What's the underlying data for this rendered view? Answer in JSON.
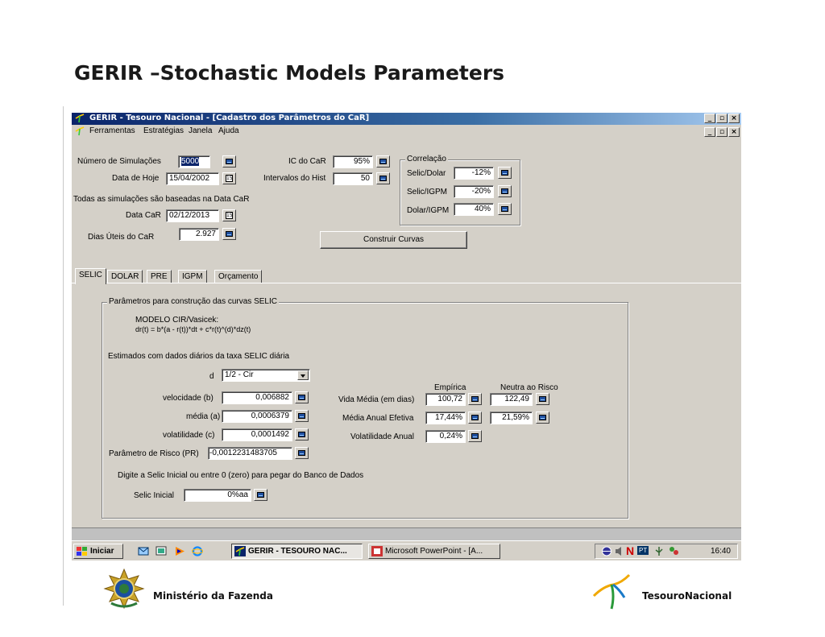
{
  "slide": {
    "title": "GERIR –Stochastic Models Parameters"
  },
  "window": {
    "title": "GERIR - Tesouro Nacional - [Cadastro dos Parâmetros do CaR]",
    "menu": [
      "Ferramentas",
      "Estratégias",
      "Janela",
      "Ajuda"
    ]
  },
  "params": {
    "num_sim_label": "Número de Simulações",
    "num_sim_value": "5000",
    "data_hoje_label": "Data de Hoje",
    "data_hoje_value": "15/04/2002",
    "note": "Todas as simulações são baseadas na Data CaR",
    "data_car_label": "Data CaR",
    "data_car_value": "02/12/2013",
    "dias_uteis_label": "Dias Úteis do CaR",
    "dias_uteis_value": "2.927",
    "ic_label": "IC do CaR",
    "ic_value": "95%",
    "intervalos_label": "Intervalos do Hist",
    "intervalos_value": "50",
    "build_button": "Construir Curvas"
  },
  "correlacao": {
    "legend": "Correlação",
    "selic_dolar_label": "Selic/Dolar",
    "selic_dolar_value": "-12%",
    "selic_igpm_label": "Selic/IGPM",
    "selic_igpm_value": "-20%",
    "dolar_igpm_label": "Dolar/IGPM",
    "dolar_igpm_value": "40%"
  },
  "tabs": [
    "SELIC",
    "DOLAR",
    "PRE",
    "IGPM",
    "Orçamento"
  ],
  "selic_panel": {
    "legend": "Parâmetros para construção das curvas SELIC",
    "model_line1": "MODELO CIR/Vasicek:",
    "model_line2": "dr(t) = b*(a - r(t))*dt + c*r(t)^(d)*dz(t)",
    "estimados": "Estimados com dados diários da taxa SELIC diária",
    "d_label": "d",
    "d_value": "1/2 - Cir",
    "velocidade_label": "velocidade (b)",
    "velocidade_value": "0,006882",
    "media_label": "média (a)",
    "media_value": "0,0006379",
    "volatilidade_label": "volatilidade (c)",
    "volatilidade_value": "0,0001492",
    "risco_label": "Parâmetro de Risco (PR)",
    "risco_value": "-0,0012231483705",
    "empirica_header": "Empírica",
    "neutra_header": "Neutra ao Risco",
    "vida_label": "Vida Média (em dias)",
    "vida_emp": "100,72",
    "vida_neu": "122,49",
    "media_anual_label": "Média Anual Efetiva",
    "media_anual_emp": "17,44%",
    "media_anual_neu": "21,59%",
    "vol_anual_label": "Volatilidade Anual",
    "vol_anual_emp": "0,24%",
    "digite": "Digite a Selic Inicial ou entre 0 (zero) para pegar do Banco de Dados",
    "selic_inicial_label": "Selic Inicial",
    "selic_inicial_value": "0%aa"
  },
  "taskbar": {
    "start": "Iniciar",
    "task1": "GERIR - TESOURO NAC...",
    "task2": "Microsoft PowerPoint - [A...",
    "clock": "16:40"
  },
  "footer": {
    "left": "Ministério da Fazenda",
    "right": "TesouroNacional"
  }
}
